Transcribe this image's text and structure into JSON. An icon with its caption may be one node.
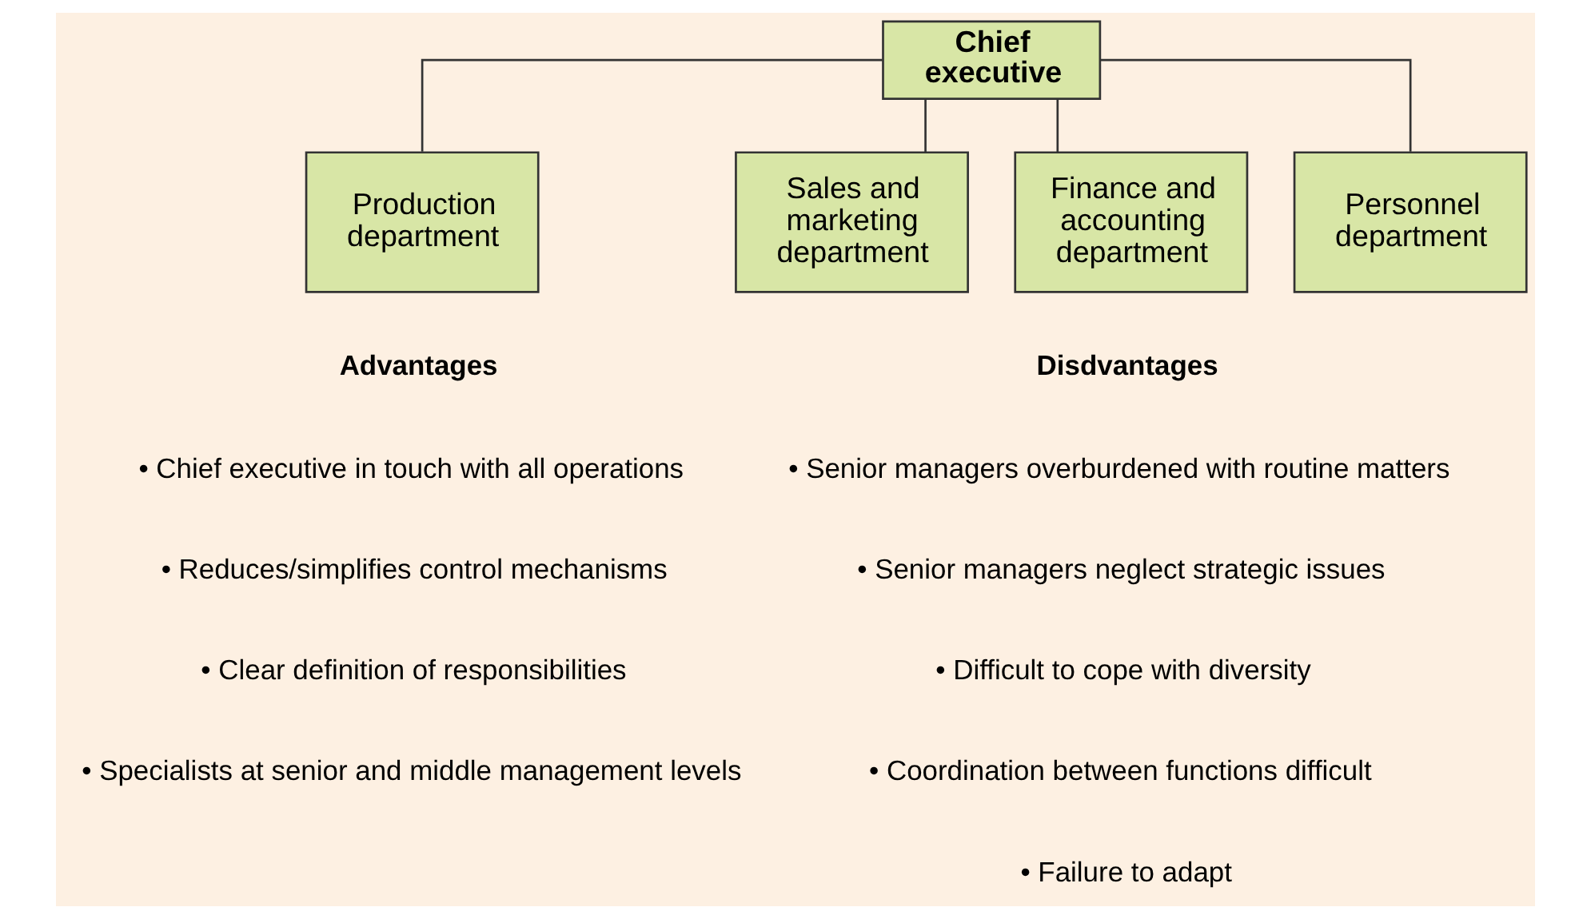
{
  "diagram": {
    "nodes": [
      {
        "text": [
          "Chief executive"
        ]
      },
      {
        "text": [
          "Production department"
        ]
      },
      {
        "text": [
          "Sales and marketing department"
        ]
      },
      {
        "text": [
          "Finance and accounting department"
        ]
      },
      {
        "text": [
          "Personnel department"
        ]
      }
    ],
    "edges": [
      {
        "from": 0,
        "to": 1,
        "arrow": "none"
      },
      {
        "from": 0,
        "to": 2,
        "arrow": "none"
      },
      {
        "from": 0,
        "to": 3,
        "arrow": "none"
      },
      {
        "from": 0,
        "to": 4,
        "arrow": "none"
      }
    ],
    "labels": [
      "Advantages",
      "• Chief executive in touch with all operations",
      "• Reduces/simplifies control mechanisms",
      "• Clear definition of responsibilities",
      "• Specialists at senior and middle management levels",
      "Disdvantages",
      "• Senior managers overburdened with routine matters",
      "• Senior managers neglect strategic issues",
      "• Difficult to cope with diversity",
      "• Coordination between functions difficult",
      "• Failure to adapt"
    ]
  }
}
